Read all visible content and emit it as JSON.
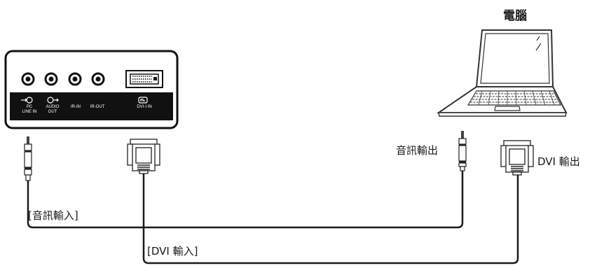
{
  "computer": {
    "label": "電腦"
  },
  "monitor_panel": {
    "ports": [
      {
        "name": "pc-line-in",
        "line1": "PC",
        "line2": "LINE IN"
      },
      {
        "name": "audio-out",
        "line1": "AUDIO",
        "line2": "OUT"
      },
      {
        "name": "ir-in",
        "line1": "IR-IN",
        "line2": ""
      },
      {
        "name": "ir-out",
        "line1": "IR-OUT",
        "line2": ""
      },
      {
        "name": "dvi-i-in",
        "line1": "DVI-I IN",
        "line2": ""
      }
    ]
  },
  "labels": {
    "audio_output": "音訊輸出",
    "dvi_output": "DVI 輸出",
    "audio_input": "[音訊輸入]",
    "dvi_input": "[DVI 輸入]"
  },
  "colors": {
    "panel": "#111111",
    "line": "#1a1a1a",
    "background": "#ffffff"
  }
}
